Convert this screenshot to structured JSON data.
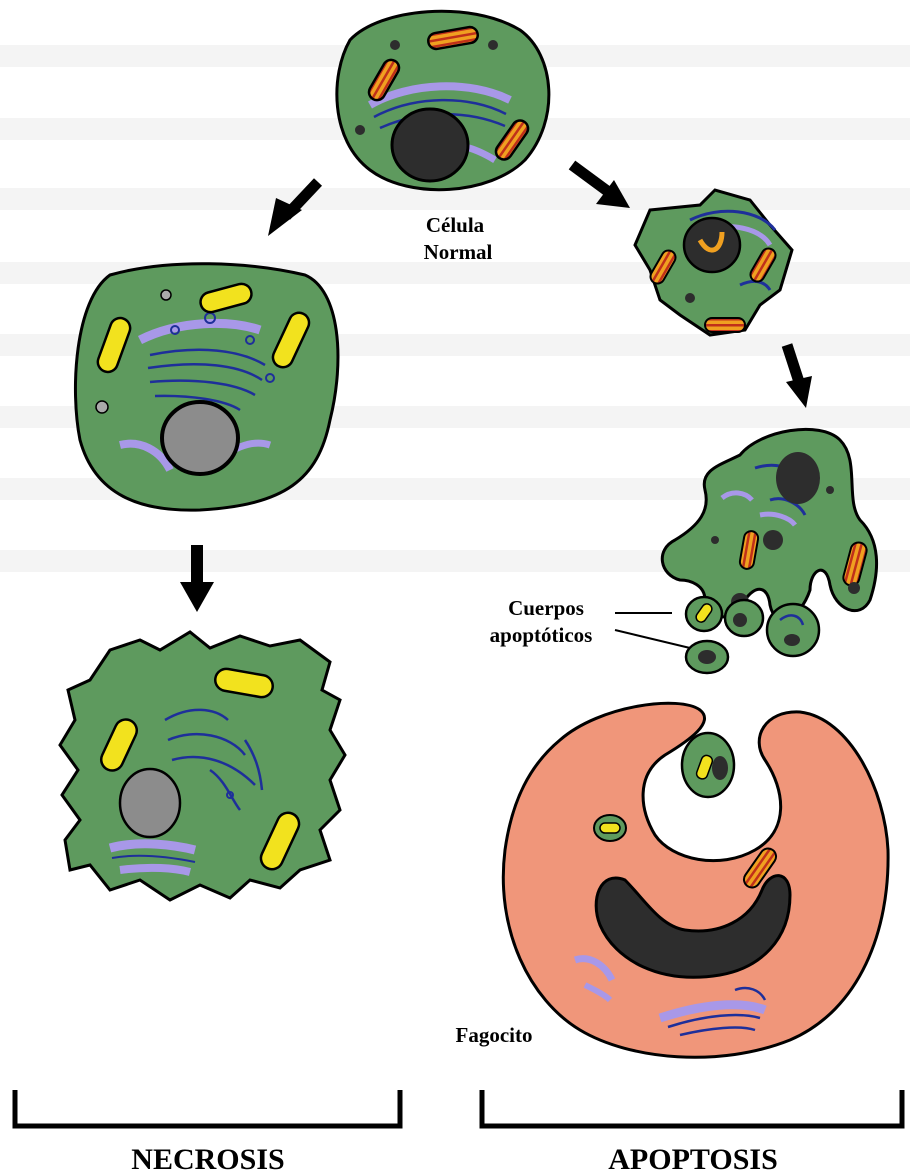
{
  "colors": {
    "cytoplasm": "#5e9a5e",
    "outline": "#000000",
    "nucleus_dark": "#2d2d2d",
    "nucleus_gray": "#8c8c8c",
    "mitochondria_yellow": "#f2e21e",
    "mitochondria_orange": "#f0a020",
    "mitochondria_stripes": "#c0301a",
    "er_blue": "#1e2f9a",
    "golgi_lilac": "#a898e8",
    "phagocyte": "#f0967a",
    "background": "#ffffff"
  },
  "icons": [
    "arrow-icon"
  ],
  "labels": {
    "normal_cell": [
      "Célula",
      "Normal"
    ],
    "apoptotic_bodies": [
      "Cuerpos",
      "apoptóticos"
    ],
    "phagocyte": "Fagocito",
    "necrosis": "NECROSIS",
    "apoptosis": "APOPTOSIS"
  }
}
